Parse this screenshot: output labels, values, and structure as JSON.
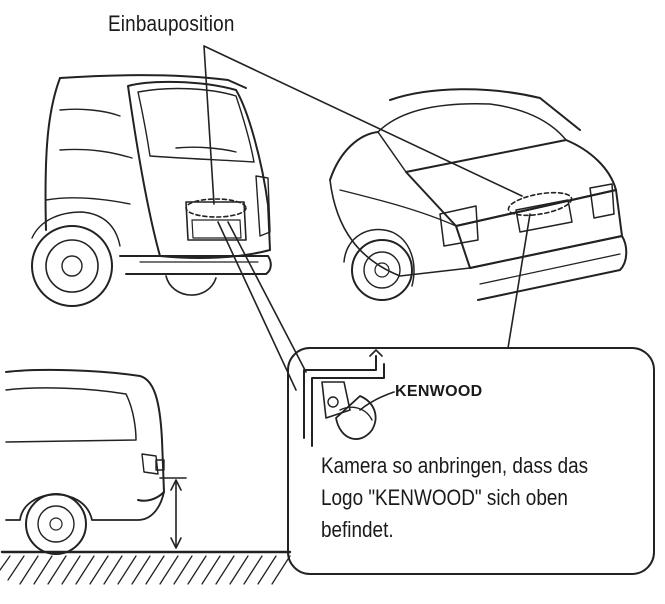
{
  "diagram": {
    "mount_position_label": "Einbauposition",
    "camera_brand": "KENWOOD",
    "instruction_lines": [
      "Kamera so anbringen, dass das",
      "Logo \"KENWOOD\" sich oben",
      "befindet."
    ],
    "colors": {
      "line": "#222222",
      "background": "#ffffff",
      "text": "#1a1a1a"
    },
    "icons": [
      "hatchback-car-icon",
      "sedan-car-icon",
      "van-car-icon",
      "rear-camera-icon",
      "ground-hatch-icon"
    ]
  }
}
